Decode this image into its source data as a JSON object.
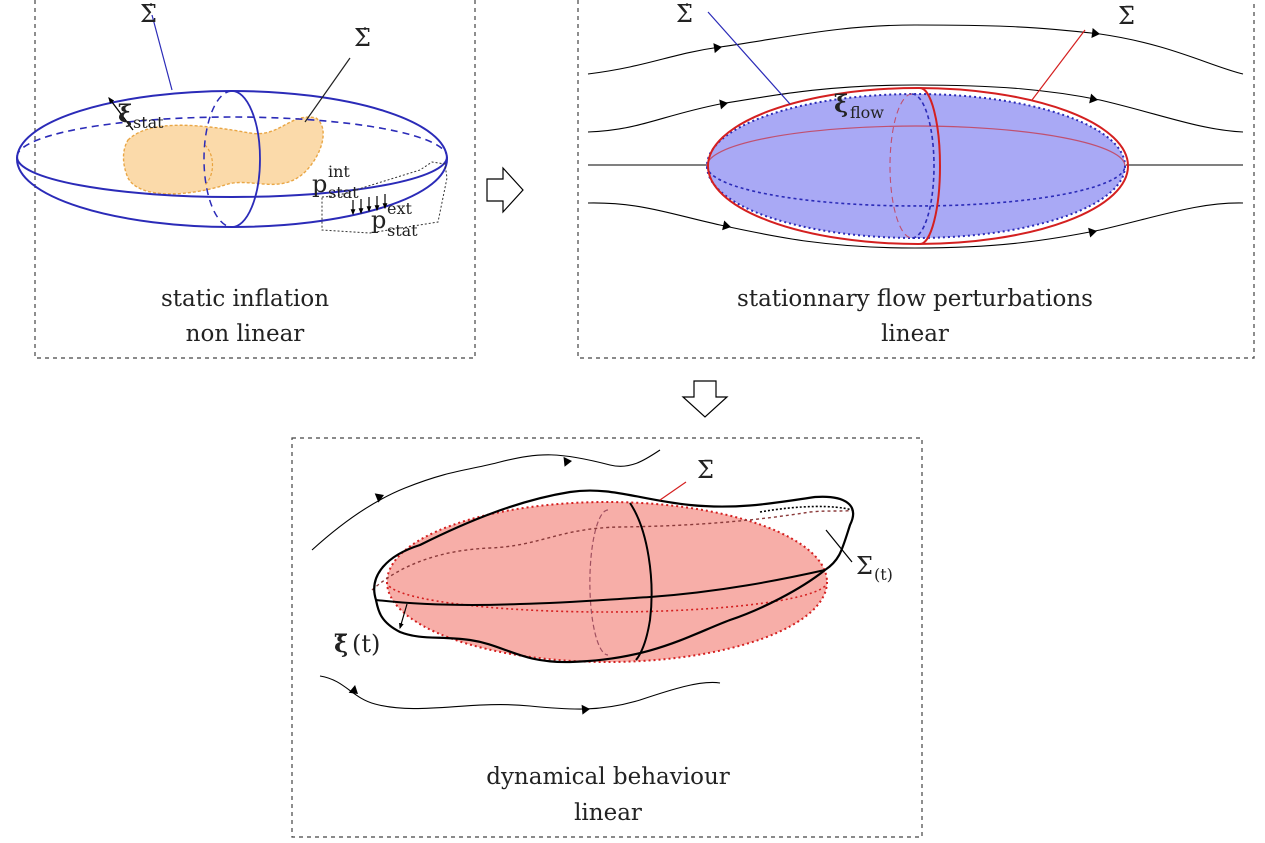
{
  "panels": {
    "static": {
      "caption_line1": "static inflation",
      "caption_line2": "non linear",
      "label_sigma_outer": "Σ̇",
      "label_sigma_inner": "Σ̇",
      "xi_label": "ξ",
      "xi_sub": "stat",
      "p_int_base": "p",
      "p_int_sup": "int",
      "p_int_sub": "stat",
      "p_ext_base": "p",
      "p_ext_sup": "ext",
      "p_ext_sub": "stat"
    },
    "flow": {
      "caption_line1": "stationnary flow perturbations",
      "caption_line2": "linear",
      "label_sigma_dot": "Σ̇",
      "label_sigma_bar": "Σ̄",
      "xi_label": "ξ",
      "xi_sub": "flow"
    },
    "dynamic": {
      "caption_line1": "dynamical behaviour",
      "caption_line2": "linear",
      "label_sigma_bar": "Σ̄",
      "label_sigma_t": "Σ",
      "label_sigma_t_sub": "(t)",
      "xi_label": "ξ̄",
      "xi_arg": "(t)"
    }
  },
  "colors": {
    "blue": "#2b2bb8",
    "red": "#d42020",
    "orange_fill": "#fbd9a6",
    "orange_stroke": "#e8a23c",
    "blue_fill": "#a9a9f5",
    "red_fill": "#f7aea8"
  }
}
